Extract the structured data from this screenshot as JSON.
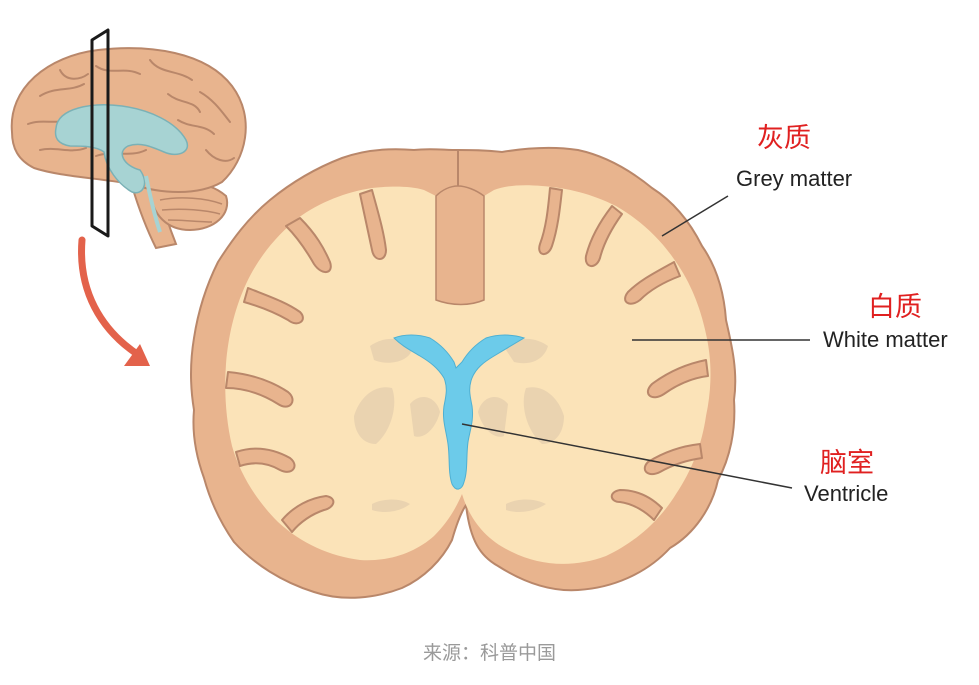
{
  "colors": {
    "grey_matter": "#e8b48e",
    "grey_matter_outline": "#b9876a",
    "white_matter": "#fbe3b8",
    "sulci": "#b98b73",
    "deep_nuclei": "#ead3b0",
    "ventricle": "#6ccbea",
    "arrow": "#e3624b",
    "chinese_label": "#e02020",
    "leader_line": "#333333"
  },
  "icons": {
    "curved_arrow": "curved-arrow-icon",
    "section_plane": "section-plane-icon"
  },
  "labels": {
    "grey_matter": {
      "cn": "灰质",
      "en": "Grey matter"
    },
    "white_matter": {
      "cn": "白质",
      "en": "White matter"
    },
    "ventricle": {
      "cn": "脑室",
      "en": "Ventricle"
    }
  },
  "caption": "来源：科普中国"
}
